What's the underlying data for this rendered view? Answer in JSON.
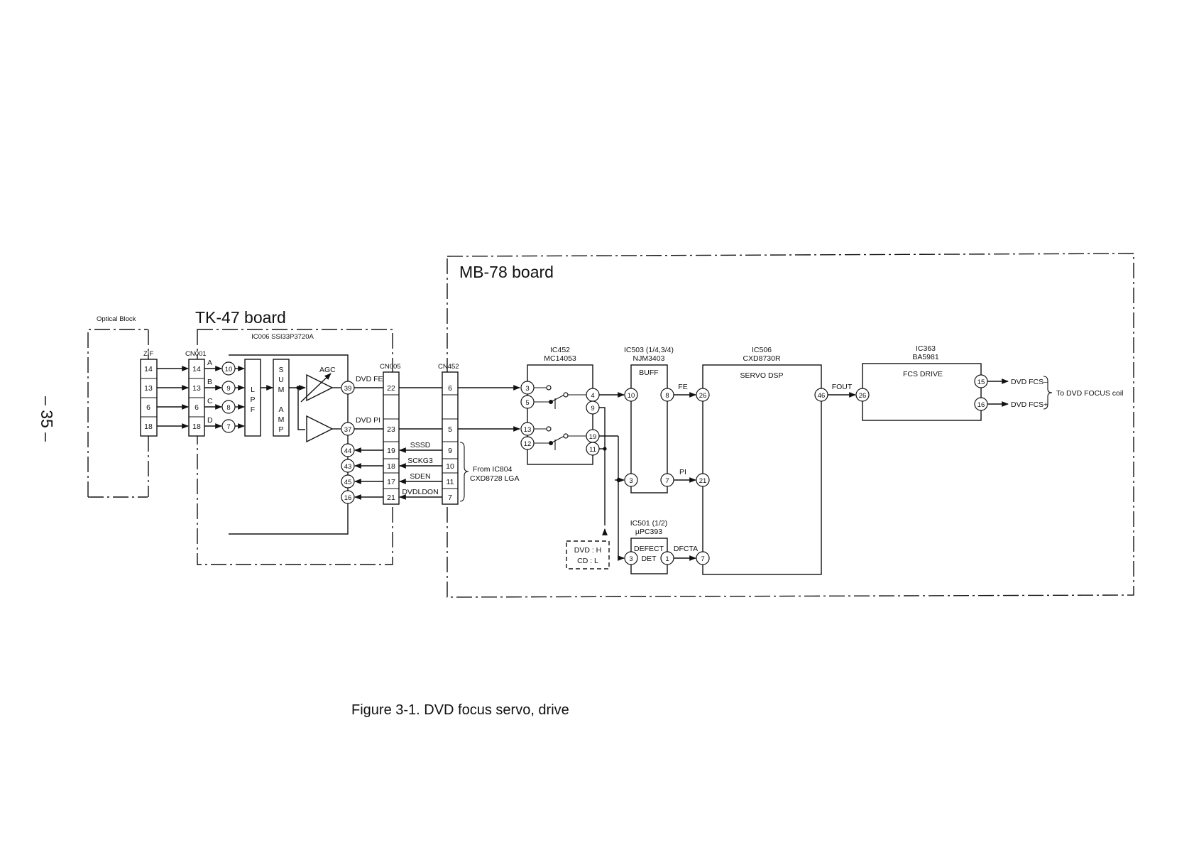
{
  "page_number": "– 35 –",
  "caption": "Figure 3-1.  DVD focus servo, drive",
  "optical_block": {
    "label": "Optical Block",
    "connector": "ZIF",
    "pins": [
      "14",
      "13",
      "6",
      "18"
    ]
  },
  "tk47": {
    "title": "TK-47 board",
    "ic006": "IC006 SSI33P3720A",
    "cn001": {
      "label": "CN001",
      "pins": [
        "14",
        "13",
        "6",
        "18"
      ]
    },
    "signals": [
      "A",
      "B",
      "C",
      "D"
    ],
    "in_pins": [
      "10",
      "9",
      "8",
      "7"
    ],
    "lpf": [
      "L",
      "P",
      "F"
    ],
    "sum_amp": [
      "S",
      "U",
      "M",
      "A",
      "M",
      "P"
    ],
    "agc": "AGC",
    "out_pins": [
      "39",
      "37"
    ],
    "out_labels": [
      "DVD FE",
      "DVD PI"
    ],
    "ctrl_pins": [
      "44",
      "43",
      "45",
      "16"
    ],
    "cn005": {
      "label": "CN005",
      "pins": [
        "22",
        "23",
        "19",
        "18",
        "17",
        "21"
      ]
    }
  },
  "bus_signals": [
    "SSSD",
    "SCKG3",
    "SDEN",
    "DVDLDON"
  ],
  "mb78": {
    "title": "MB-78 board",
    "cn452": {
      "label": "CN452",
      "pins": [
        "6",
        "5",
        "9",
        "10",
        "11",
        "7"
      ]
    },
    "from_note": [
      "From IC804",
      "CXD8728 LGA"
    ],
    "ic452": {
      "name": "IC452",
      "part": "MC14053",
      "pins": [
        "3",
        "5",
        "13",
        "12",
        "4",
        "9",
        "19",
        "11"
      ]
    },
    "ic503": {
      "name": "IC503 (1/4,3/4)",
      "part": "NJM3403",
      "label": "BUFF",
      "pins": [
        "10",
        "8",
        "3",
        "7"
      ]
    },
    "ic506": {
      "name": "IC506",
      "part": "CXD8730R",
      "label": "SERVO DSP",
      "pins": [
        "26",
        "21",
        "7",
        "46"
      ]
    },
    "ic363": {
      "name": "IC363",
      "part": "BA5981",
      "label": "FCS DRIVE",
      "pins": [
        "26",
        "15",
        "16"
      ]
    },
    "ic501": {
      "name": "IC501 (1/2)",
      "part": "µPC393",
      "label": [
        "DEFECT",
        "DET"
      ],
      "pins": [
        "3",
        "1"
      ]
    },
    "wires": {
      "fe": "FE",
      "pi": "PI",
      "fout": "FOUT",
      "dfcta": "DFCTA"
    },
    "dvd_cd": [
      "DVD : H",
      "CD : L"
    ],
    "outputs": [
      "DVD FCS–",
      "DVD FCS+"
    ],
    "focus_note": "To DVD FOCUS coil"
  }
}
